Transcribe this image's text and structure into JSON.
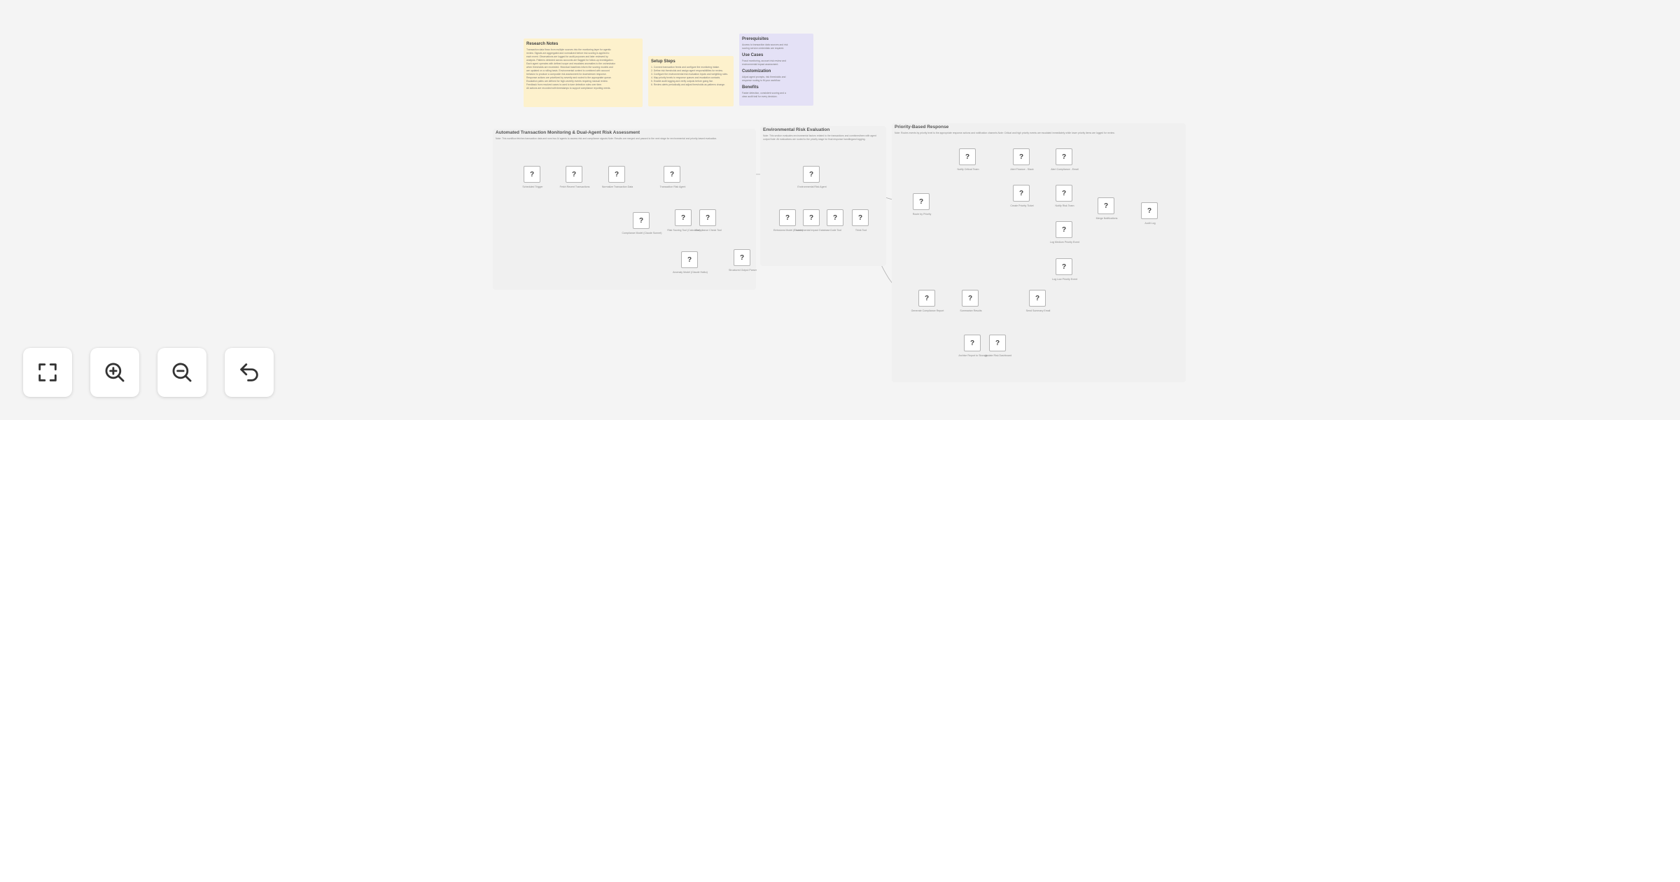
{
  "notes": {
    "research": {
      "title": "Research Notes",
      "lines": [
        "Transaction data flows from multiple sources into the monitoring layer for agentic",
        "review. Signals are aggregated and normalized before risk scoring is applied to",
        "each event. Observations are logged for audit purposes and later reviewed by",
        "analysts. Patterns detected across accounts are flagged for follow-up investigation.",
        "Each agent operates with defined scope and escalates anomalies to the orchestrator",
        "when thresholds are exceeded. Historical baselines inform the scoring models and",
        "are updated on a rolling basis. Environmental context is combined with account",
        "behavior to produce a composite risk assessment for downstream response.",
        "Response actions are prioritized by severity and routed to the appropriate queue.",
        "Escalation paths are defined for high-severity events requiring manual review.",
        "Feedback from resolved cases is used to tune detection rules over time.",
        "All actions are recorded with timestamps to support compliance reporting needs."
      ]
    },
    "steps": {
      "title": "Setup Steps",
      "lines": [
        "1. Connect transaction feeds and configure the monitoring intake.",
        "2. Define risk thresholds and assign agent responsibilities for review.",
        "3. Configure the environmental risk evaluation inputs and weighting rules.",
        "4. Map priority levels to response queues and escalation contacts.",
        "5. Enable audit logging and verify outputs before going live.",
        "6. Review alerts periodically and adjust thresholds as patterns change."
      ]
    },
    "assumptions": {
      "sections": [
        {
          "heading": "Prerequisites",
          "lines": [
            "Access to transaction data sources and risk",
            "scoring service credentials are required."
          ]
        },
        {
          "heading": "Use Cases",
          "lines": [
            "Fraud monitoring, account risk review and",
            "environmental impact assessment."
          ]
        },
        {
          "heading": "Customization",
          "lines": [
            "Adjust agent prompts, risk thresholds and",
            "response routing to fit your workflow."
          ]
        },
        {
          "heading": "Benefits",
          "lines": [
            "Faster detection, consistent scoring and a",
            "clear audit trail for every decision."
          ]
        }
      ]
    }
  },
  "groups": {
    "g1": {
      "title": "Automated Transaction Monitoring & Dual-Agent Risk Assessment",
      "desc": [
        "Note: This workflow fetches transaction data and runs two AI agents to assess risk and compliance signals.",
        "Note: Results are merged and passed to the next stage for environmental and priority-based evaluation."
      ]
    },
    "g2": {
      "title": "Environmental Risk Evaluation",
      "desc": [
        "Note: This section evaluates environmental factors related to the transactions and combines",
        "them with agent output.",
        "Note: All evaluations are routed to the priority stage for final response handling",
        "and logging."
      ]
    },
    "g3": {
      "title": "Priority-Based Response",
      "desc": [
        "Note: Routes events by priority level to the appropriate response actions and notification channels.",
        "Note: Critical and high priority events are escalated immediately while lower priority items are logged for review."
      ]
    }
  },
  "nodes": [
    {
      "name": "Scheduled Trigger",
      "label": "Scheduled Trigger"
    },
    {
      "name": "Fetch Recent Transactions",
      "label": "Fetch Recent Transactions"
    },
    {
      "name": "Normalize Transaction Data",
      "label": "Normalize Transaction Data"
    },
    {
      "name": "Transaction Risk Agent",
      "label": "Transaction Risk Agent"
    },
    {
      "name": "Compliance Model",
      "label": "Compliance Model (Claude Sonnet)"
    },
    {
      "name": "Risk Scoring Tool",
      "label": "Risk Scoring Tool (Calculator)"
    },
    {
      "name": "Compliance Check Tool",
      "label": "Compliance Check Tool"
    },
    {
      "name": "Anomaly Model",
      "label": "Anomaly Model (Claude Haiku)"
    },
    {
      "name": "Structured Output Parser",
      "label": "Structured Output Parser"
    },
    {
      "name": "Environmental Risk Agent",
      "label": "Environmental Risk Agent"
    },
    {
      "name": "Emissions Model",
      "label": "Emissions Model (Claude)"
    },
    {
      "name": "Environmental Impact Database",
      "label": "Environmental Impact Database"
    },
    {
      "name": "Code Tool",
      "label": "Code Tool"
    },
    {
      "name": "Think Tool",
      "label": "Think Tool"
    },
    {
      "name": "Route by Priority",
      "label": "Route by Priority"
    },
    {
      "name": "Notify Critical Team",
      "label": "Notify Critical Team"
    },
    {
      "name": "Alert Finance Team",
      "label": "Alert Finance - Slack"
    },
    {
      "name": "Alert Compliance Team",
      "label": "Alert Compliance - Email"
    },
    {
      "name": "Create Priority Ticket",
      "label": "Create Priority Ticket"
    },
    {
      "name": "Notify Risk Team",
      "label": "Notify Risk Team"
    },
    {
      "name": "Log Medium Priority",
      "label": "Log Medium Priority Event"
    },
    {
      "name": "Merge Notifications",
      "label": "Merge Notifications"
    },
    {
      "name": "Log Low Priority",
      "label": "Log Low Priority Event"
    },
    {
      "name": "Audit Log",
      "label": "Audit Log"
    },
    {
      "name": "Generate Compliance Report",
      "label": "Generate Compliance Report"
    },
    {
      "name": "Summarize Results",
      "label": "Summarize Results"
    },
    {
      "name": "Send Summary Email",
      "label": "Send Summary Email"
    },
    {
      "name": "Archive Report",
      "label": "Archive Report to Storage"
    },
    {
      "name": "Update Dashboard",
      "label": "Update Risk Dashboard"
    }
  ],
  "node_glyph": "?",
  "toolbar": [
    {
      "name": "fit-view-button",
      "icon": "fit-view-icon"
    },
    {
      "name": "zoom-in-button",
      "icon": "zoom-in-icon"
    },
    {
      "name": "zoom-out-button",
      "icon": "zoom-out-icon"
    },
    {
      "name": "undo-button",
      "icon": "undo-icon"
    }
  ],
  "colors": {
    "canvas": "#f4f4f4",
    "note_yellow": "#fdf1cc",
    "note_purple": "#e4e1f6",
    "edge": "#b0b0b0"
  }
}
